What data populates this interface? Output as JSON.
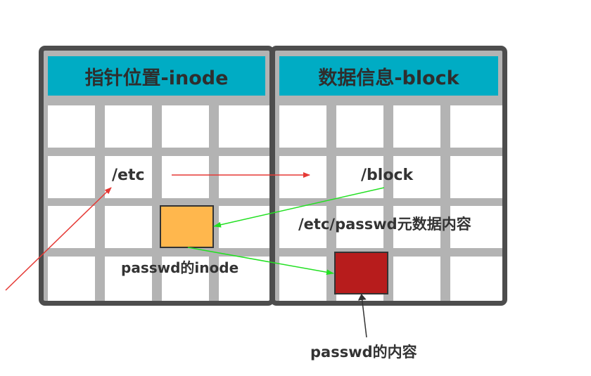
{
  "panels": {
    "left_title": "指针位置-inode",
    "right_title": "数据信息-block"
  },
  "labels": {
    "etc": "/etc",
    "block": "/block",
    "passwd_metadata": "/etc/passwd元数据内容",
    "passwd_inode": "passwd的inode",
    "passwd_content": "passwd的内容"
  },
  "colors": {
    "panel_border": "#4d4d4d",
    "grid_gap": "#b3b3b3",
    "header": "#00acc4",
    "inode_box": "#ffb74d",
    "content_box": "#b71c1c",
    "arrow_red": "#e53935",
    "arrow_green": "#22e022",
    "arrow_dark": "#333333"
  }
}
